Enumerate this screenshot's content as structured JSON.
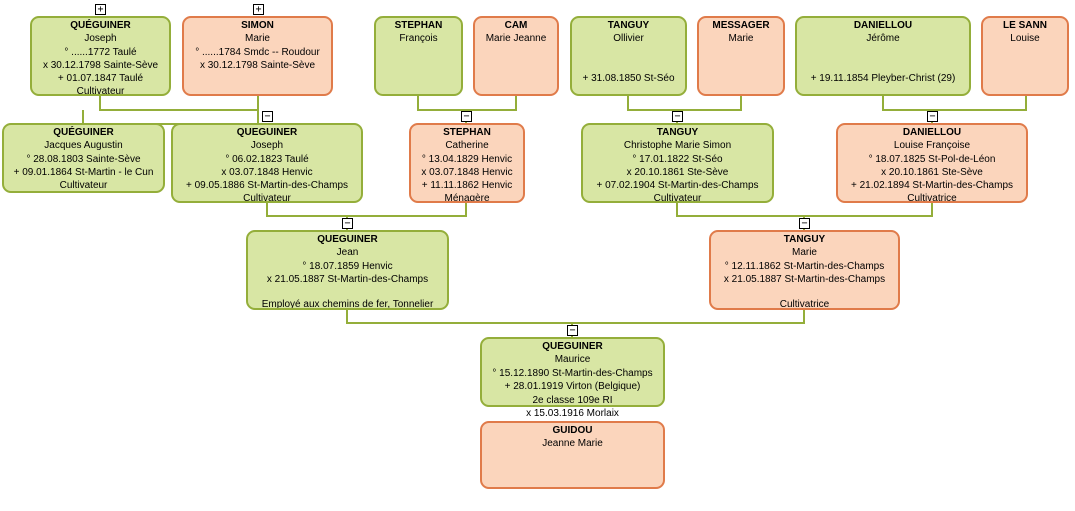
{
  "colors": {
    "male_fill": "#d8e6a4",
    "male_border": "#94ae3a",
    "female_fill": "#fbd5bc",
    "female_border": "#e07b4a",
    "connector": "#94ae3a"
  },
  "toggle_icons": {
    "expand": "+",
    "collapse": "−"
  },
  "people": [
    {
      "id": "queguiner-joseph-1772",
      "sex": "male",
      "surname": "QUÉGUINER",
      "lines": [
        "Joseph",
        "° ......1772 Taulé",
        "x 30.12.1798 Sainte-Sève",
        "+ 01.07.1847 Taulé",
        "Cultivateur"
      ]
    },
    {
      "id": "simon-marie",
      "sex": "female",
      "surname": "SIMON",
      "lines": [
        "Marie",
        "° ......1784 Smdc -- Roudour",
        "x 30.12.1798 Sainte-Sève"
      ]
    },
    {
      "id": "stephan-francois",
      "sex": "male",
      "surname": "STEPHAN",
      "lines": [
        "François"
      ]
    },
    {
      "id": "cam-marie-jeanne",
      "sex": "female",
      "surname": "CAM",
      "lines": [
        "Marie Jeanne"
      ]
    },
    {
      "id": "tanguy-ollivier",
      "sex": "male",
      "surname": "TANGUY",
      "lines": [
        "Ollivier",
        "",
        "",
        "+ 31.08.1850 St-Séo"
      ]
    },
    {
      "id": "messager-marie",
      "sex": "female",
      "surname": "MESSAGER",
      "lines": [
        "Marie"
      ]
    },
    {
      "id": "daniellou-jerome",
      "sex": "male",
      "surname": "DANIELLOU",
      "lines": [
        "Jérôme",
        "",
        "",
        "+ 19.11.1854 Pleyber-Christ (29)"
      ]
    },
    {
      "id": "le-sann-louise",
      "sex": "female",
      "surname": "LE SANN",
      "lines": [
        "Louise"
      ]
    },
    {
      "id": "queguiner-jacques-augustin",
      "sex": "male",
      "surname": "QUÉGUINER",
      "lines": [
        "Jacques Augustin",
        "° 28.08.1803 Sainte-Sève",
        "+ 09.01.1864 St-Martin - le Cun"
      ],
      "occupation": "Cultivateur"
    },
    {
      "id": "queguiner-joseph-1823",
      "sex": "male",
      "surname": "QUEGUINER",
      "lines": [
        "Joseph",
        "° 06.02.1823 Taulé",
        "x 03.07.1848 Henvic",
        "+ 09.05.1886 St-Martin-des-Champs",
        "Cultivateur"
      ]
    },
    {
      "id": "stephan-catherine",
      "sex": "female",
      "surname": "STEPHAN",
      "lines": [
        "Catherine",
        "° 13.04.1829 Henvic",
        "x 03.07.1848 Henvic",
        "+ 11.11.1862 Henvic",
        "Ménagère"
      ]
    },
    {
      "id": "tanguy-christophe",
      "sex": "male",
      "surname": "TANGUY",
      "lines": [
        "Christophe Marie Simon",
        "° 17.01.1822 St-Séo",
        "x 20.10.1861 Ste-Sève",
        "+ 07.02.1904 St-Martin-des-Champs",
        "Cultivateur"
      ]
    },
    {
      "id": "daniellou-louise",
      "sex": "female",
      "surname": "DANIELLOU",
      "lines": [
        "Louise Françoise",
        "° 18.07.1825 St-Pol-de-Léon",
        "x 20.10.1861 Ste-Sève",
        "+ 21.02.1894 St-Martin-des-Champs",
        "Cultivatrice"
      ]
    },
    {
      "id": "queguiner-jean",
      "sex": "male",
      "surname": "QUEGUINER",
      "lines": [
        "Jean",
        "° 18.07.1859 Henvic",
        "x 21.05.1887 St-Martin-des-Champs"
      ],
      "occupation": "Employé aux chemins de fer, Tonnelier"
    },
    {
      "id": "tanguy-marie",
      "sex": "female",
      "surname": "TANGUY",
      "lines": [
        "Marie",
        "° 12.11.1862 St-Martin-des-Champs",
        "x 21.05.1887 St-Martin-des-Champs"
      ],
      "occupation": "Cultivatrice"
    },
    {
      "id": "queguiner-maurice",
      "sex": "male",
      "surname": "QUEGUINER",
      "lines": [
        "Maurice",
        "° 15.12.1890 St-Martin-des-Champs",
        "+ 28.01.1919 Virton (Belgique)"
      ],
      "occupation": "2e classe 109e RI"
    },
    {
      "id": "guidou-jeanne-marie",
      "sex": "female",
      "surname": "GUIDOU",
      "lines": [
        "Jeanne Marie"
      ]
    }
  ],
  "marriage_note": "x 15.03.1916 Morlaix"
}
